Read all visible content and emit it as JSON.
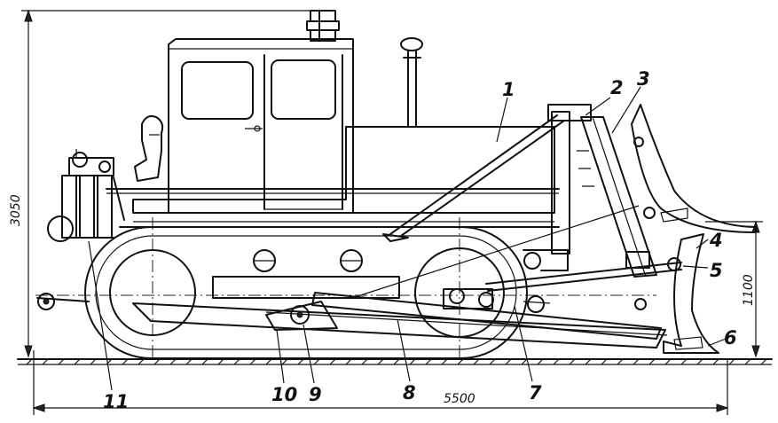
{
  "callouts": [
    "1",
    "2",
    "3",
    "4",
    "5",
    "6",
    "7",
    "8",
    "9",
    "10",
    "11"
  ],
  "dimensions": {
    "total_height": "3050",
    "blade_height": "1100",
    "total_length": "5500"
  }
}
